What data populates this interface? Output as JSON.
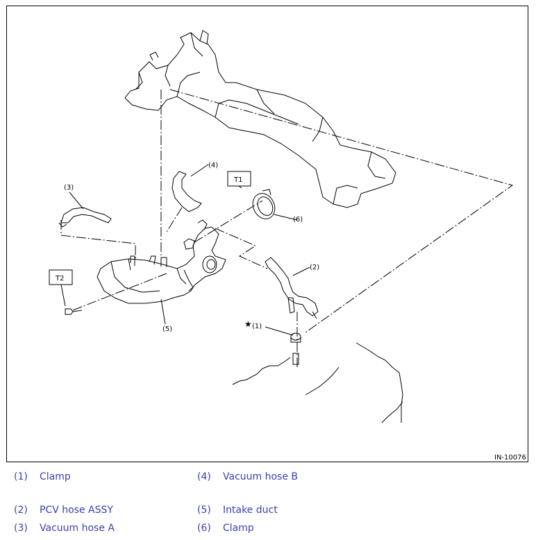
{
  "figure": {
    "id_code": "IN-10076",
    "callouts": {
      "c1": "(1)",
      "c2": "(2)",
      "c3": "(3)",
      "c4": "(4)",
      "c5": "(5)",
      "c6": "(6)"
    },
    "star": "★",
    "torque_boxes": {
      "t1": "T1",
      "t2": "T2"
    }
  },
  "legend": [
    {
      "number": "(1)",
      "name": "Clamp"
    },
    {
      "number": "(4)",
      "name": "Vacuum hose B"
    },
    {
      "number": "(2)",
      "name": "PCV hose ASSY"
    },
    {
      "number": "(5)",
      "name": "Intake duct"
    },
    {
      "number": "(3)",
      "name": "Vacuum hose A"
    },
    {
      "number": "(6)",
      "name": "Clamp"
    }
  ]
}
